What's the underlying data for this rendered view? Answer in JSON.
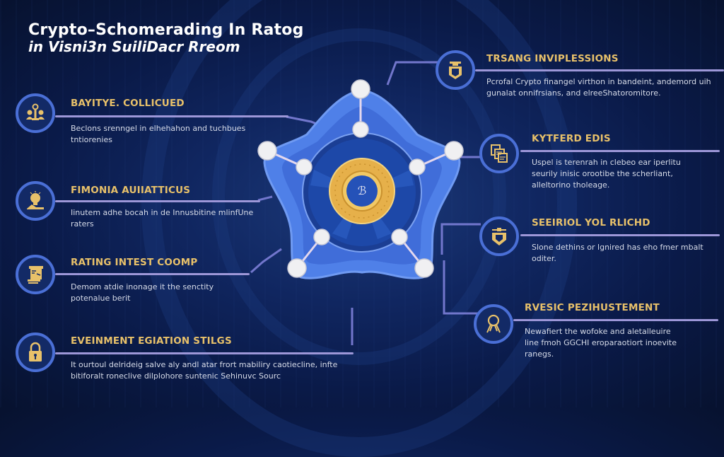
{
  "title": {
    "line1": "Crypto–Schomerading In Ratog",
    "line2": "in Visni3n SuiliDacr Rreom"
  },
  "left_items": [
    {
      "icon": "people-network-icon",
      "heading": "BAYITYE. COLLICUED",
      "description": "Beclons srenngel in elhehahon and tuchbues tntiorenies"
    },
    {
      "icon": "lightbulb-hand-icon",
      "heading": "FIMONIA AUIIATTICUS",
      "description": "Iinutem adhe bocah in de Innusbitine mlinfUne raters"
    },
    {
      "icon": "ledger-document-icon",
      "heading": "RATING INTEST COOMP",
      "description": "Demom atdie inonage it the senctity potenalue berit"
    },
    {
      "icon": "padlock-icon",
      "heading": "EVEINMENT EGIATION STILGS",
      "description": "It ourtoul delrideig salve aly andl atar frort mabiliry caotiecline, infte bitiforalt roneclive dilplohore suntenic Sehinuvc Sourc"
    }
  ],
  "right_items": [
    {
      "icon": "shield-badge-icon",
      "heading": "TRSANG INVIPLESSIONS",
      "description": "Pcrofal Crypto finangel virthon in bandeint, andemord uih gunalat onnifrsians, and elreeShatoromitore."
    },
    {
      "icon": "stacked-documents-icon",
      "heading": "KYTFERD EDIS",
      "description": "Uspel is terenrah in clebeo ear iperlitu seurily inisic orootibe the scherliant, alleltorino tholeage."
    },
    {
      "icon": "shield-crest-icon",
      "heading": "SEEIRIOL YOL RLICHD",
      "description": "Slone dethins or lgnired has eho fmer mbalt oditer."
    },
    {
      "icon": "medal-ribbon-icon",
      "heading": "RVESIC PEZIHUSTEMENT",
      "description": "Newafiert the wofoke and aletalleuire line fmoh GGCHI eroparaotiort inoevite ranegs."
    }
  ],
  "center": {
    "coin_glyph": "ℬ",
    "node_count": 10
  },
  "colors": {
    "background": "#0a1a48",
    "heading_gold": "#e8c16a",
    "icon_ring": "#4a6fd6",
    "connector": "#8f8fe0",
    "star_blue": "#4f7fe6",
    "coin_gold": "#e6b04a",
    "node_white": "#f0f0f2"
  }
}
